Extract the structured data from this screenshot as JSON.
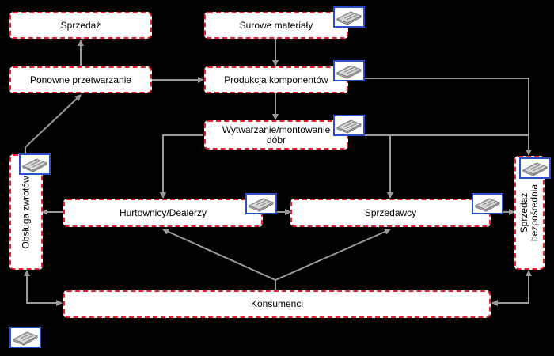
{
  "nodes": {
    "sprzedaz": "Sprzedaż",
    "surowe": "Surowe materiały",
    "ponowne": "Ponowne przetwarzanie",
    "produkcja": "Produkcja komponentów",
    "wytwarzanie": "Wytwarzanie/montowanie dóbr",
    "hurtownicy": "Hurtownicy/Dealerzy",
    "sprzedawcy": "Sprzedawcy",
    "konsumenci": "Konsumenci",
    "obsluga": "Obsługa zwrotów",
    "bezposrednia_1": "Sprzedaż",
    "bezposrednia_2": "bezpośrednia"
  },
  "colors": {
    "background": "#000000",
    "node_fill": "#ffffff",
    "node_border": "#e0202a",
    "connector": "#9a9a9a",
    "icon_border": "#2b4fc9"
  },
  "icons": {
    "badge": "equipment-icon"
  }
}
